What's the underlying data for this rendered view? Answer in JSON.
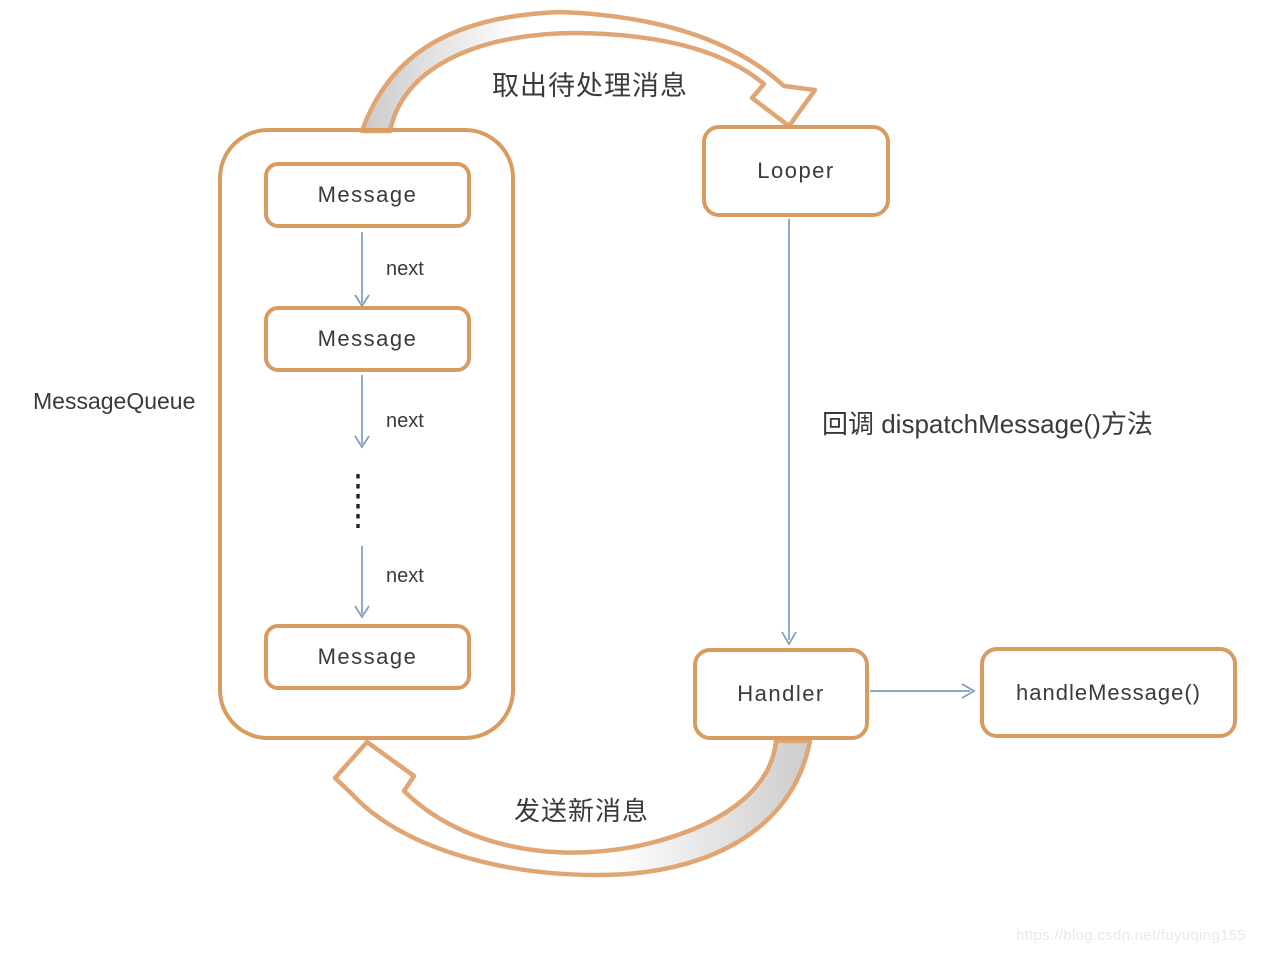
{
  "queue": {
    "label": "MessageQueue",
    "messages": [
      "Message",
      "Message",
      "Message"
    ],
    "next_labels": [
      "next",
      "next",
      "next"
    ]
  },
  "nodes": {
    "looper": "Looper",
    "handler": "Handler",
    "handle_message": "handleMessage()"
  },
  "flow_labels": {
    "fetch": "取出待处理消息",
    "dispatch": "回调 dispatchMessage()方法",
    "send": "发送新消息"
  },
  "watermark": "https://blog.csdn.net/fuyuqing155",
  "colors": {
    "accent_orange": "#d89c60",
    "arc_orange": "#e0a572",
    "arrow_blue": "#7e9cc2",
    "band_gray": "#cbcbcb",
    "text_dark": "#3a3a3a",
    "watermark_gray": "#e9e9e9"
  }
}
